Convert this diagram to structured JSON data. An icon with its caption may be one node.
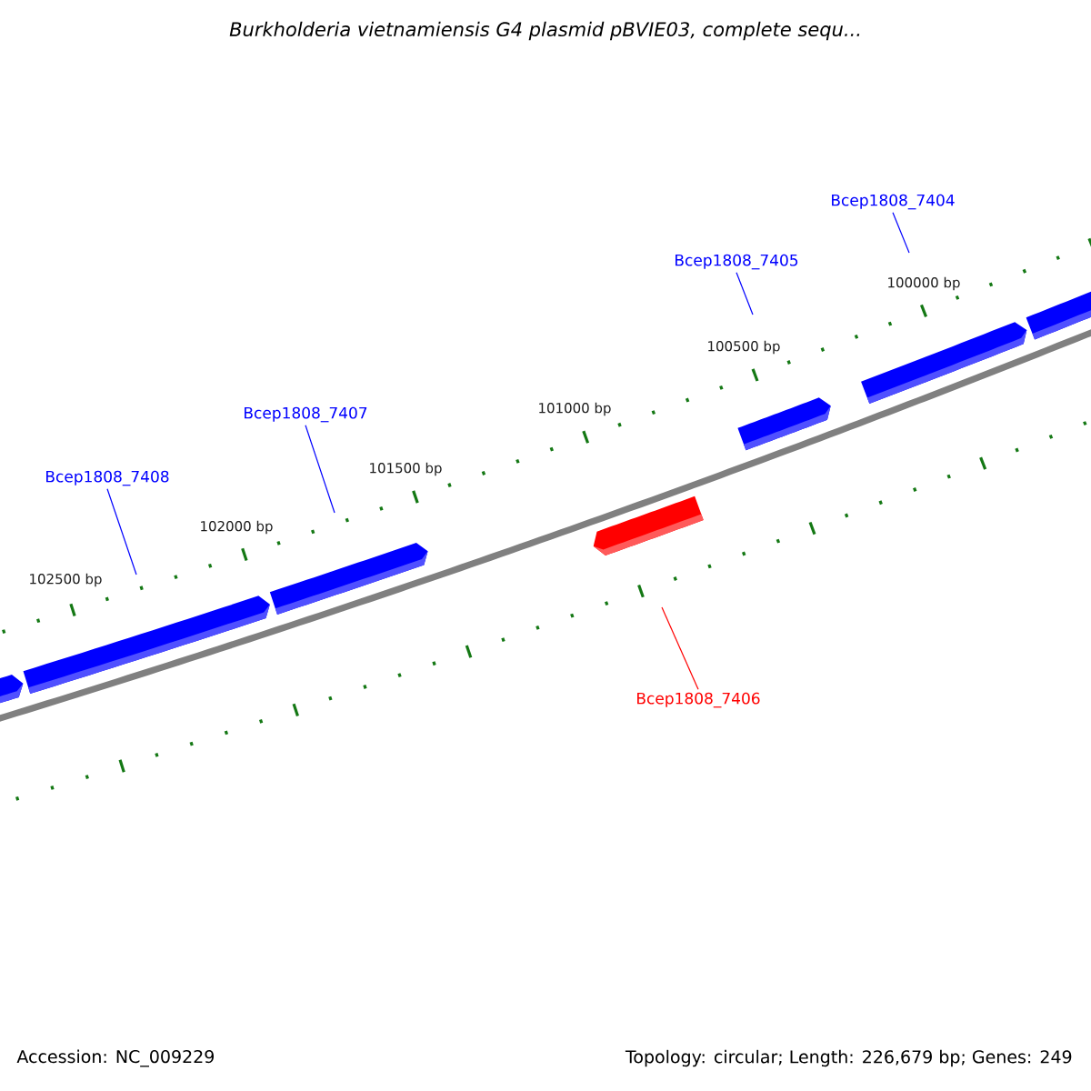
{
  "diagram": {
    "title": "Burkholderia vietnamiensis G4 plasmid pBVIE03, complete sequ...",
    "nodes": [
      {
        "text": [
          "Bcep1808_7404"
        ]
      },
      {
        "text": [
          "Bcep1808_7405"
        ]
      },
      {
        "text": [
          "Bcep1808_7407"
        ]
      },
      {
        "text": [
          "Bcep1808_7408"
        ]
      },
      {
        "text": [
          "Bcep1808_7406"
        ]
      }
    ],
    "edges": [
      {
        "from": 0,
        "to": null,
        "arrow": "none"
      },
      {
        "from": 1,
        "to": null,
        "arrow": "none"
      },
      {
        "from": 2,
        "to": null,
        "arrow": "none"
      },
      {
        "from": 3,
        "to": null,
        "arrow": "none"
      },
      {
        "from": 4,
        "to": null,
        "arrow": "none",
        "color": "#ff0000"
      }
    ],
    "labels": [
      "100000 bp",
      "100500 bp",
      "101000 bp",
      "101500 bp",
      "102000 bp",
      "102500 bp",
      "Accession: NC_009229",
      "Topology: circular; Length: 226,679 bp; Genes: 249"
    ]
  }
}
